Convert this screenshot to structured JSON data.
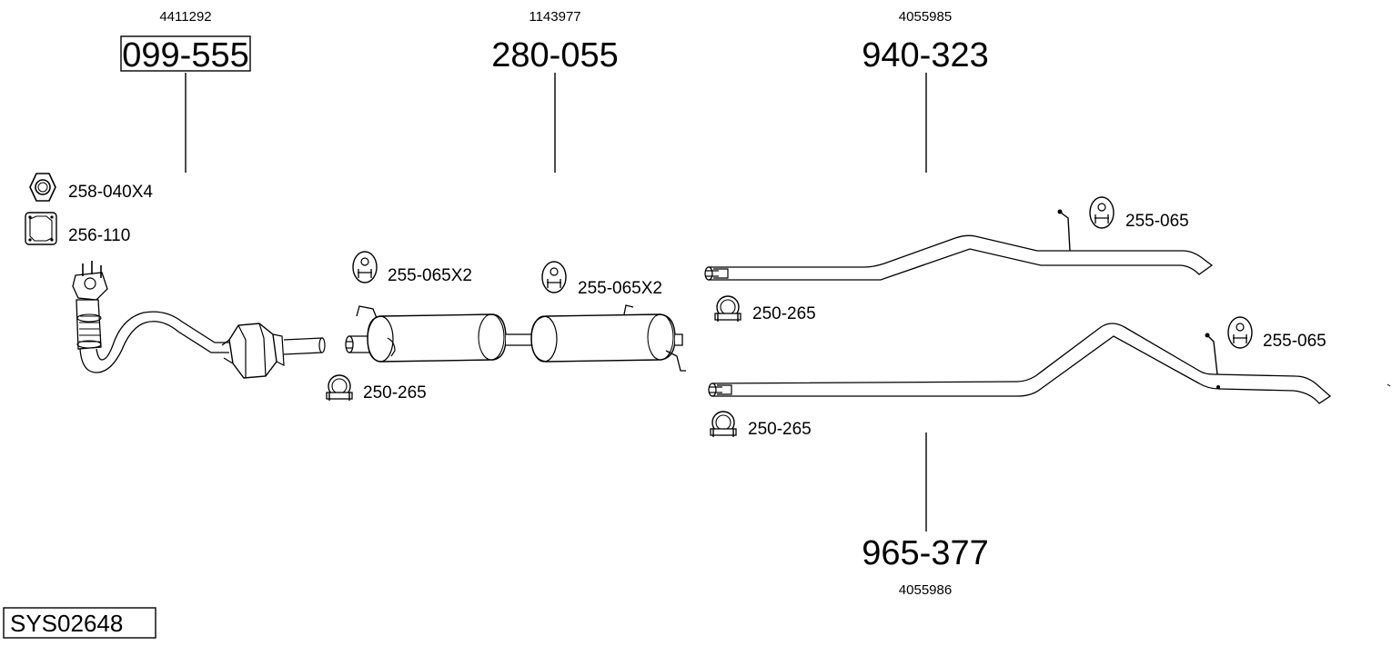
{
  "system_number": "SYS02648",
  "parts": [
    {
      "id": "catalyst",
      "oe_number": "4411292",
      "part_number": "099-555"
    },
    {
      "id": "middle-silencer",
      "oe_number": "1143977",
      "part_number": "280-055"
    },
    {
      "id": "upper-tailpipe",
      "oe_number": "4055985",
      "part_number": "940-323"
    },
    {
      "id": "lower-tailpipe",
      "oe_number": "4055986",
      "part_number": "965-377"
    }
  ],
  "accessories": {
    "nut": "258-040X4",
    "gasket": "256-110",
    "clamp_cat": "250-265",
    "hanger_mid_1": "255-065X2",
    "hanger_mid_2": "255-065X2",
    "clamp_upper": "250-265",
    "hanger_upper": "255-065",
    "clamp_lower": "250-265",
    "hanger_lower": "255-065"
  }
}
